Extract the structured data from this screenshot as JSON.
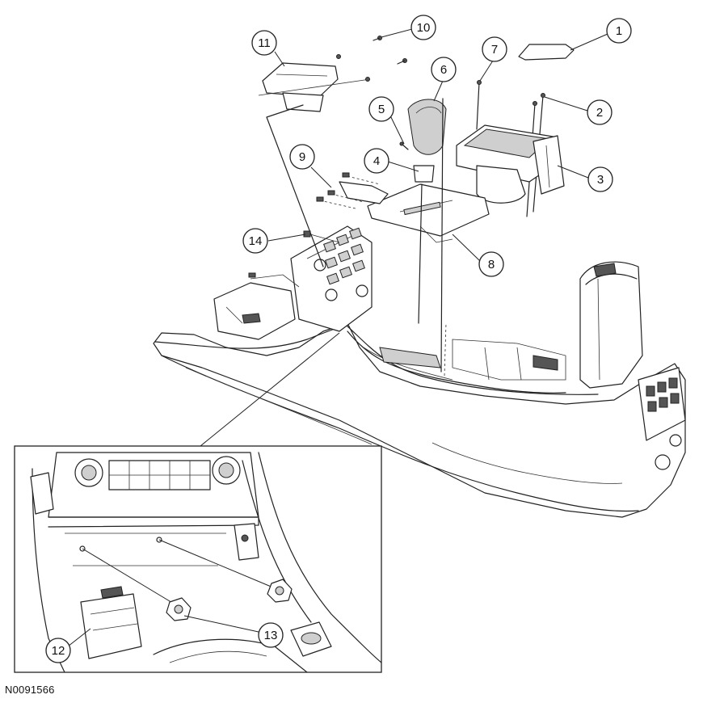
{
  "figure_id": "N0091566",
  "callouts": [
    {
      "id": "callout-1",
      "label": "1"
    },
    {
      "id": "callout-2",
      "label": "2"
    },
    {
      "id": "callout-3",
      "label": "3"
    },
    {
      "id": "callout-4",
      "label": "4"
    },
    {
      "id": "callout-5",
      "label": "5"
    },
    {
      "id": "callout-6",
      "label": "6"
    },
    {
      "id": "callout-7",
      "label": "7"
    },
    {
      "id": "callout-8",
      "label": "8"
    },
    {
      "id": "callout-9",
      "label": "9"
    },
    {
      "id": "callout-10",
      "label": "10"
    },
    {
      "id": "callout-11",
      "label": "11"
    },
    {
      "id": "callout-12",
      "label": "12"
    },
    {
      "id": "callout-13",
      "label": "13"
    },
    {
      "id": "callout-14",
      "label": "14"
    }
  ]
}
